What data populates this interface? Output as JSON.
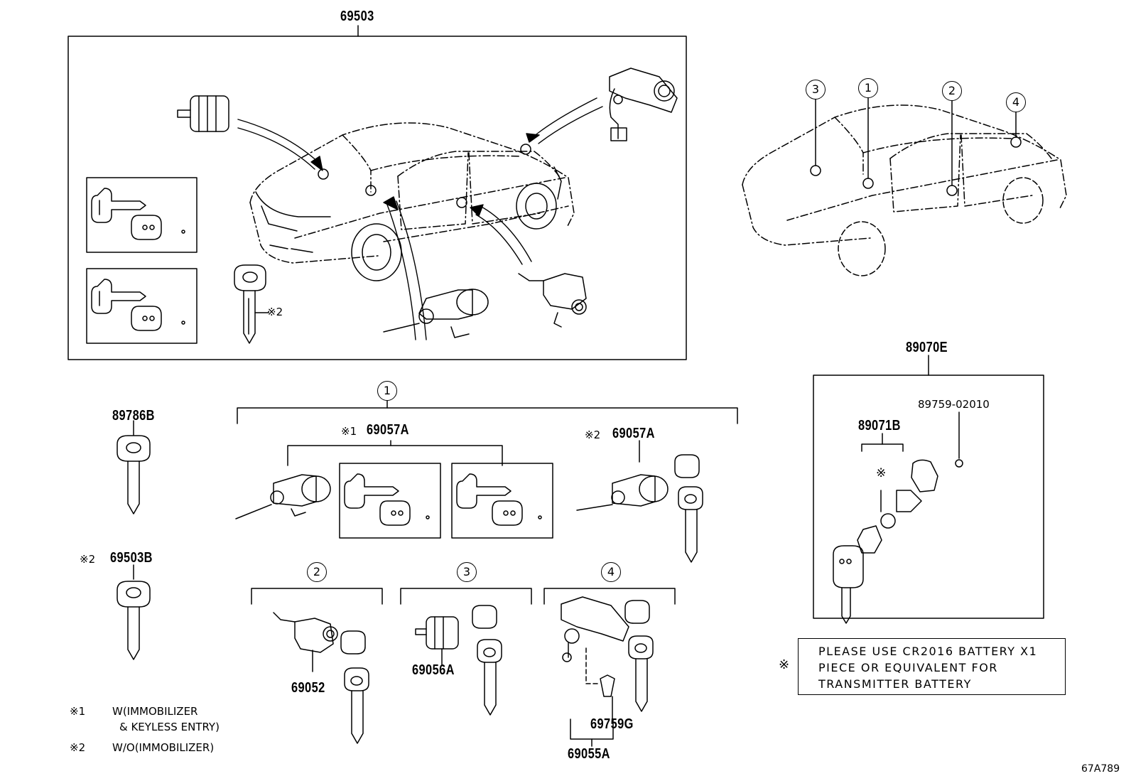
{
  "labels": {
    "main_assembly": "69503",
    "key_89786B": "89786B",
    "key_69503B": "69503B",
    "set_69057A_1": "69057A",
    "set_69057A_2": "69057A",
    "cyl_69052": "69052",
    "cyl_69056A": "69056A",
    "cyl_69055A": "69055A",
    "part_69759G": "69759G",
    "transmitter_89070E": "89070E",
    "transmitter_89071B": "89071B",
    "screw_89759": "89759-02010",
    "diagram_code": "67A789"
  },
  "marks": {
    "ref1": "※1",
    "ref2": "※2",
    "ref": "※"
  },
  "callouts": {
    "c1": "1",
    "c2": "2",
    "c3": "3",
    "c4": "4"
  },
  "note": {
    "line1": "PLEASE USE CR2016 BATTERY X1",
    "line2": "PIECE OR EQUIVALENT FOR",
    "line3": "TRANSMITTER BATTERY"
  },
  "legend": {
    "item1_mark": "※1",
    "item1_line1": "W(IMMOBILIZER",
    "item1_line2": "& KEYLESS  ENTRY)",
    "item2_mark": "※2",
    "item2_line1": "W/O(IMMOBILIZER)"
  }
}
